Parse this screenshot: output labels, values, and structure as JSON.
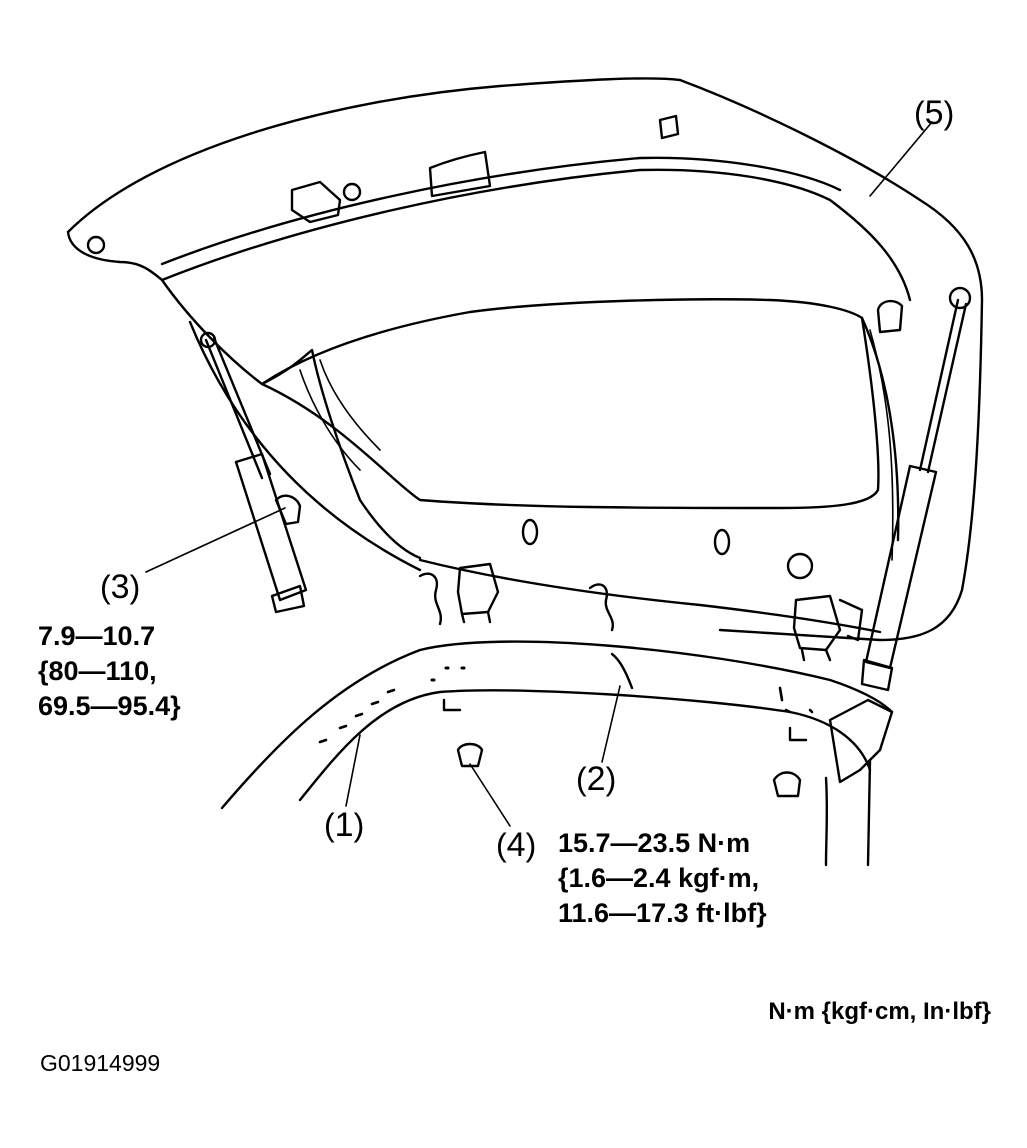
{
  "callouts": {
    "c1": "1",
    "c2": "2",
    "c3": "3",
    "c4": "4",
    "c5": "5"
  },
  "torque_strut": {
    "line1": "7.9—10.7",
    "line2": "{80—110,",
    "line3": "69.5—95.4}"
  },
  "torque_hinge": {
    "line1": "15.7—23.5 N·m",
    "line2": "{1.6—2.4 kgf·m,",
    "line3": "11.6—17.3 ft·lbf}"
  },
  "units_legend": "N·m {kgf·cm, In·lbf}",
  "figure_id": "G01914999"
}
